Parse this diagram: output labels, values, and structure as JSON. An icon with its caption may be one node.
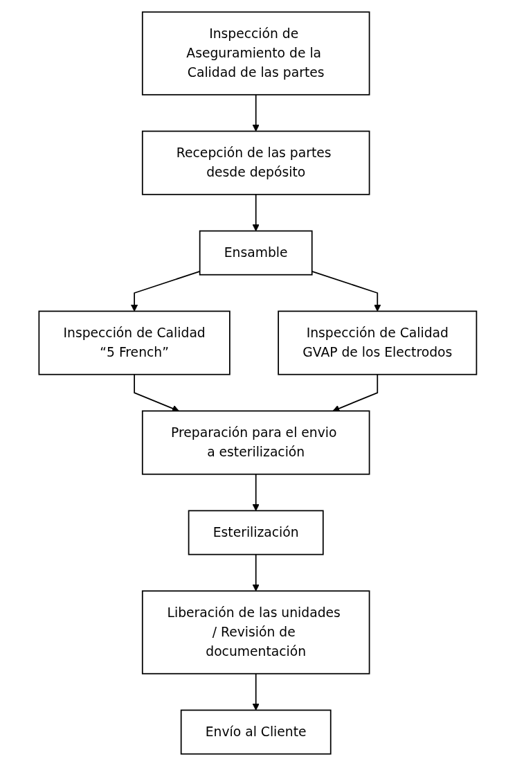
{
  "diagram": {
    "nodes": [
      {
        "text": [
          "Inspección de Aseguramiento de la Calidad de las partes"
        ]
      },
      {
        "text": [
          "Recepción de las partes desde depósito"
        ]
      },
      {
        "text": [
          "Ensamble"
        ]
      },
      {
        "text": [
          "Inspección de Calidad",
          "“5 French”"
        ]
      },
      {
        "text": [
          "Inspección de Calidad",
          "GVAP de los Electrodos"
        ]
      },
      {
        "text": [
          "Preparación para el envio a esterilización"
        ]
      },
      {
        "text": [
          "Esterilización"
        ]
      },
      {
        "text": [
          "Liberación de las unidades / Revisión de documentación"
        ]
      },
      {
        "text": [
          "Envío al Cliente"
        ]
      }
    ],
    "edges": [
      {
        "from": 0,
        "to": 1,
        "arrow": "to"
      },
      {
        "from": 1,
        "to": 2,
        "arrow": "to"
      },
      {
        "from": 2,
        "to": 3,
        "arrow": "to"
      },
      {
        "from": 2,
        "to": 4,
        "arrow": "to"
      },
      {
        "from": 3,
        "to": 5,
        "arrow": "to"
      },
      {
        "from": 4,
        "to": 5,
        "arrow": "to"
      },
      {
        "from": 5,
        "to": 6,
        "arrow": "to"
      },
      {
        "from": 6,
        "to": 7,
        "arrow": "to"
      },
      {
        "from": 7,
        "to": 8,
        "arrow": "to"
      }
    ]
  }
}
